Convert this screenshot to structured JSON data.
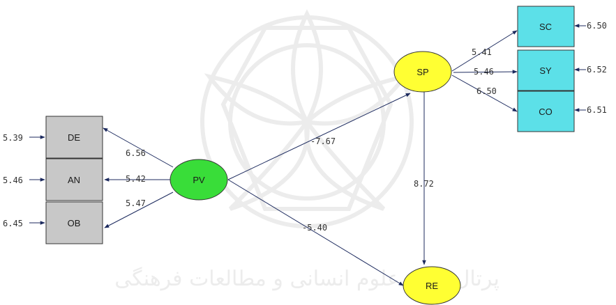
{
  "watermark": {
    "caption": "پرتال جامع علوم انسانی و مطالعات فرهنگی"
  },
  "nodes": {
    "pv": {
      "label": "PV"
    },
    "sp": {
      "label": "SP"
    },
    "re": {
      "label": "RE"
    },
    "de": {
      "label": "DE"
    },
    "an": {
      "label": "AN"
    },
    "ob": {
      "label": "OB"
    },
    "sc": {
      "label": "SC"
    },
    "sy": {
      "label": "SY"
    },
    "co": {
      "label": "CO"
    }
  },
  "paths": {
    "pv_sp": "-7.67",
    "pv_re": "-5.40",
    "sp_re": "8.72",
    "pv_de": "6.56",
    "pv_an": "5.42",
    "pv_ob": "5.47",
    "sp_sc": "5.41",
    "sp_sy": "5.46",
    "sp_co": "6.50"
  },
  "errors": {
    "de": "5.39",
    "an": "5.46",
    "ob": "6.45",
    "sc": "6.50",
    "sy": "6.52",
    "co": "6.51"
  },
  "colors": {
    "indicator_gray": "#c8c8c8",
    "indicator_cyan": "#5ce0e8",
    "exogenous_green": "#39dd39",
    "endogenous_yellow": "#ffff33",
    "arrow": "#1c2a5e"
  }
}
